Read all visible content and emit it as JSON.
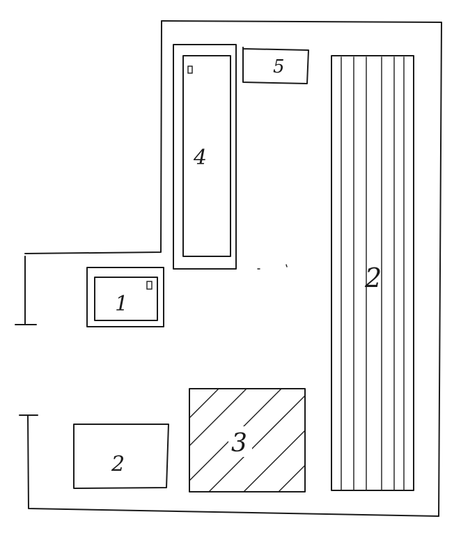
{
  "colors": {
    "ink": "#1a1a1a",
    "paper": "#ffffff"
  },
  "items": [
    {
      "id": "item-1",
      "label": "1"
    },
    {
      "id": "item-2-small",
      "label": "2"
    },
    {
      "id": "item-2-tall",
      "label": "2"
    },
    {
      "id": "item-3",
      "label": "3"
    },
    {
      "id": "item-4",
      "label": "4"
    },
    {
      "id": "item-5",
      "label": "5"
    }
  ]
}
